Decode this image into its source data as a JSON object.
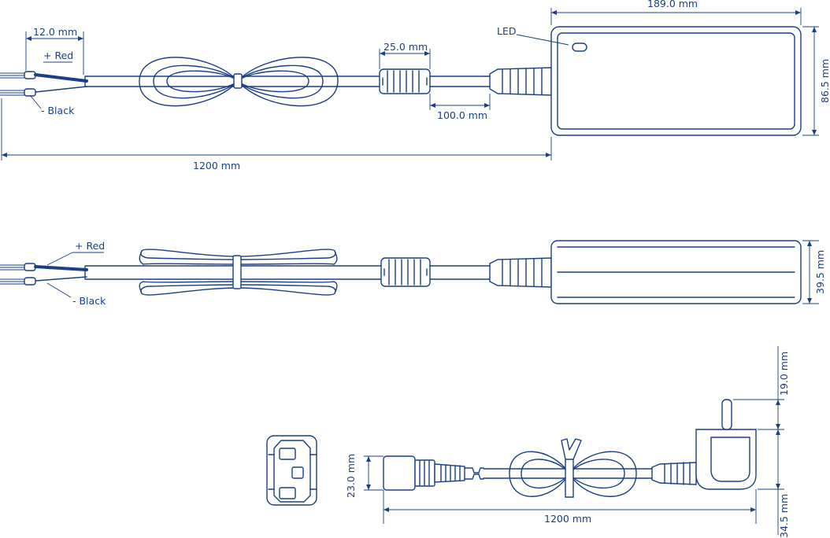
{
  "colors": {
    "line": "#1b3f85",
    "background": "#ffffff"
  },
  "top_view": {
    "led_label": "LED",
    "strip_length": "12.0 mm",
    "red_label": "+ Red",
    "black_label": "- Black",
    "ferrite_length": "25.0 mm",
    "ferrite_distance": "100.0 mm",
    "body_length": "189.0 mm",
    "body_width": "86.5 mm",
    "cable_length": "1200 mm"
  },
  "side_view": {
    "red_label": "+ Red",
    "black_label": "- Black",
    "body_height": "39.5 mm"
  },
  "power_cord": {
    "connector_height": "23.0 mm",
    "plug_pin_length": "19.0 mm",
    "plug_body_height": "34.5 mm",
    "cable_length": "1200 mm"
  }
}
